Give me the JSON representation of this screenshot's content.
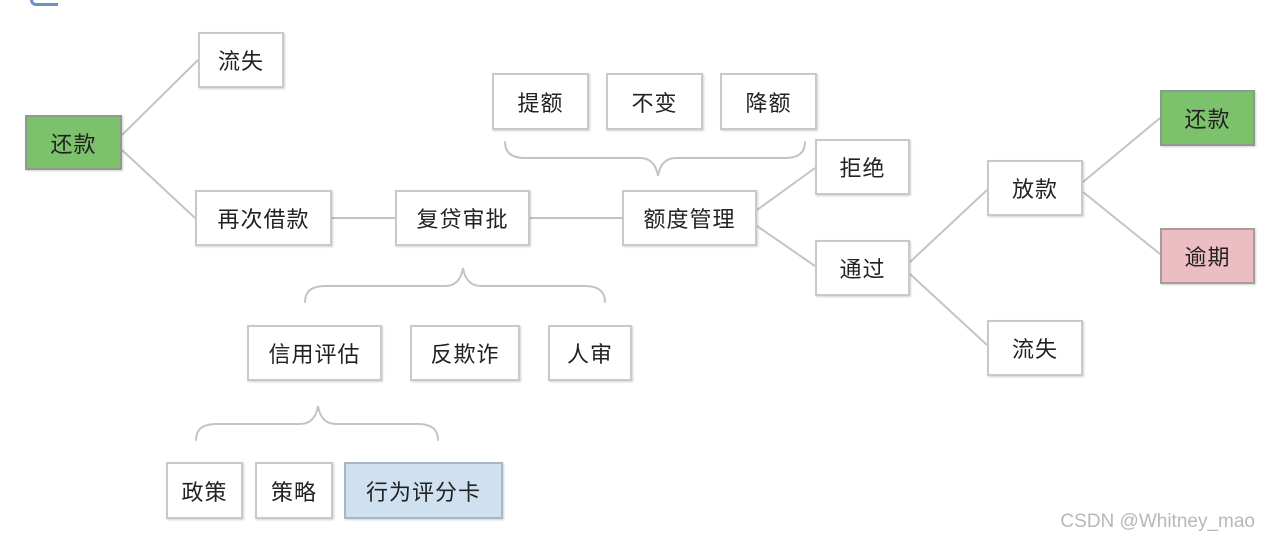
{
  "nodes": {
    "repay_start": "还款",
    "churn_top": "流失",
    "reborrow": "再次借款",
    "re_loan_approval": "复贷审批",
    "limit_management": "额度管理",
    "raise_limit": "提额",
    "keep_limit": "不变",
    "lower_limit": "降额",
    "reject": "拒绝",
    "pass": "通过",
    "disburse": "放款",
    "churn_right": "流失",
    "repay_end": "还款",
    "overdue": "逾期",
    "credit_assessment": "信用评估",
    "anti_fraud": "反欺诈",
    "manual_review": "人审",
    "policy": "政策",
    "strategy": "策略",
    "behavior_scorecard": "行为评分卡"
  },
  "colors": {
    "green": "#7cc16b",
    "pink": "#ecbdc3",
    "blue": "#cfe1f1",
    "line": "#c4c4c4"
  },
  "watermark": "CSDN @Whitney_mao"
}
